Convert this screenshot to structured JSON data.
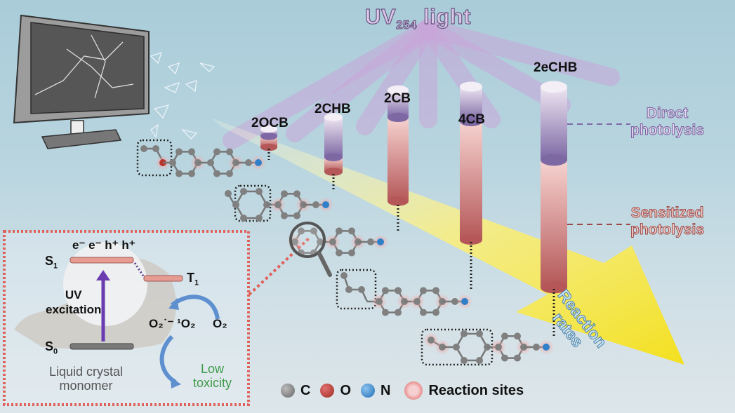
{
  "title": {
    "main": "UV",
    "sub": "254",
    "rest": "light"
  },
  "compounds": [
    {
      "name": "2OCB",
      "direct": 0.4,
      "sensitized": 0.6
    },
    {
      "name": "2CHB",
      "direct": 2.2,
      "sensitized": 0.8
    },
    {
      "name": "2CB",
      "direct": 1.5,
      "sensitized": 4.6
    },
    {
      "name": "4CB",
      "direct": 1.9,
      "sensitized": 6.5
    },
    {
      "name": "2eCHB",
      "direct": 4.0,
      "sensitized": 7.0
    }
  ],
  "labels": {
    "direct": [
      "Direct",
      "photolysis"
    ],
    "sensitized": [
      "Sensitized",
      "photolysis"
    ],
    "reaction_rates": [
      "Reaction",
      "rates"
    ]
  },
  "inset": {
    "s1": "S",
    "s1_sub": "1",
    "carriers": "e⁻ e⁻ h⁺ h⁺",
    "t1": "T",
    "t1_sub": "1",
    "s0": "S",
    "s0_sub": "0",
    "uv_excitation": [
      "UV",
      "excitation"
    ],
    "species": [
      "O₂˙⁻ ¹O₂",
      "O₂"
    ],
    "monomer": [
      "Liquid crystal",
      "monomer"
    ],
    "low_toxicity": [
      "Low",
      "toxicity"
    ]
  },
  "legend": {
    "items": [
      {
        "label": "C",
        "color": "#7b7b7b"
      },
      {
        "label": "O",
        "color": "#b8342c"
      },
      {
        "label": "N",
        "color": "#2f7fc9"
      }
    ],
    "reaction_sites": "Reaction sites"
  },
  "colors": {
    "direct": "#7e6aa6",
    "sensitized": "#b5595a",
    "arrow": "#f4e12a",
    "inset_border": "#e0605a",
    "low_toxicity": "#3e9a4a"
  }
}
